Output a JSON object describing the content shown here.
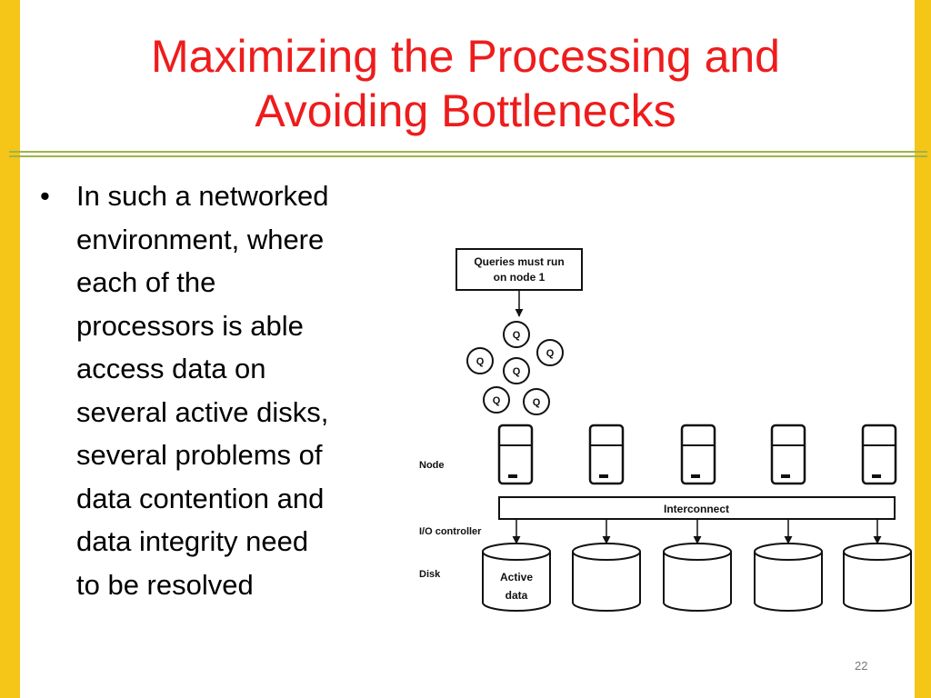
{
  "slide": {
    "title_line1": "Maximizing the Processing and",
    "title_line2": "Avoiding Bottlenecks",
    "bullet_symbol": "•",
    "bullet_lines": [
      "In such a networked",
      "environment, where",
      "each of the",
      "processors is able",
      "access data on",
      "several active disks,",
      "several problems of",
      "data contention and",
      "data integrity need",
      "to be resolved"
    ],
    "page_number": "22"
  },
  "diagram": {
    "query_box_line1": "Queries must run",
    "query_box_line2": "on node 1",
    "query_symbol": "Q",
    "node_label": "Node",
    "io_label": "I/O controller",
    "disk_label": "Disk",
    "interconnect_label": "Interconnect",
    "active_disk_line1": "Active",
    "active_disk_line2": "data"
  }
}
